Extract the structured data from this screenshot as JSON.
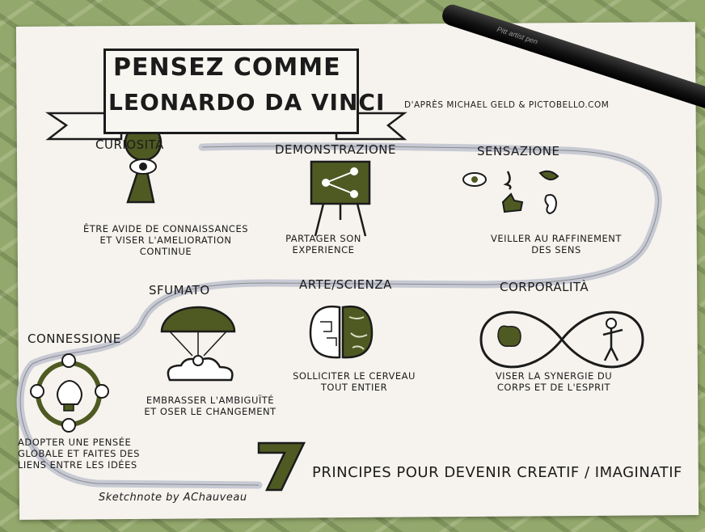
{
  "title": {
    "line1": "PENSEZ COMME",
    "line2": "LEONARDO DA VINCI"
  },
  "credit": "D'APRÈS MICHAEL GELD & PICTOBELLO.COM",
  "pen_text": "Pitt artist pen",
  "principles": [
    {
      "name": "CURIOSITÀ",
      "icon": "keyhole-eye-icon",
      "desc": [
        "ÊTRE AVIDE DE CONNAISSANCES",
        "ET VISER L'AMELIORATION",
        "CONTINUE"
      ]
    },
    {
      "name": "DEMONSTRAZIONE",
      "icon": "share-easel-icon",
      "desc": [
        "PARTAGER SON",
        "EXPERIENCE"
      ]
    },
    {
      "name": "SENSAZIONE",
      "icon": "senses-icon",
      "desc": [
        "VEILLER AU RAFFINEMENT",
        "DES SENS"
      ]
    },
    {
      "name": "SFUMATO",
      "icon": "parachute-cloud-icon",
      "desc": [
        "EMBRASSER L'AMBIGUÏTÉ",
        "ET OSER LE CHANGEMENT"
      ]
    },
    {
      "name": "ARTE/SCIENZA",
      "icon": "brain-icon",
      "desc": [
        "SOLLICITER LE CERVEAU",
        "TOUT ENTIER"
      ]
    },
    {
      "name": "CORPORALITÀ",
      "icon": "infinity-body-mind-icon",
      "desc": [
        "VISER LA SYNERGIE DU",
        "CORPS ET DE L'ESPRIT"
      ]
    },
    {
      "name": "CONNESSIONE",
      "icon": "lightbulb-network-icon",
      "desc": [
        "ADOPTER UNE PENSÉE",
        "GLOBALE ET FAITES DES",
        "LIENS ENTRE LES IDÉES"
      ]
    }
  ],
  "footer": {
    "number": "7",
    "text": "PRINCIPES POUR DEVENIR CREATIF / IMAGINATIF"
  },
  "signature": "Sketchnote by AChauveau",
  "colors": {
    "accent": "#4e5a22",
    "ink": "#1b1b1b",
    "path": "#c7c9d3",
    "paper": "#f6f3ee"
  }
}
